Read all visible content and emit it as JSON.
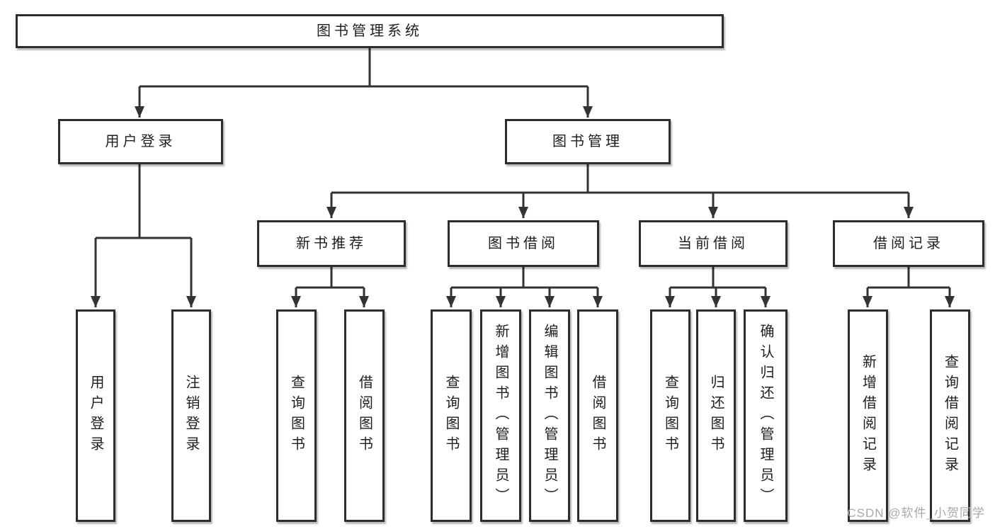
{
  "diagram": {
    "title": {
      "label": "图书管理系统"
    },
    "branches": {
      "user_login": {
        "label": "用户登录",
        "children": [
          {
            "label": "用户登录"
          },
          {
            "label": "注销登录"
          }
        ]
      },
      "book_mgmt": {
        "label": "图书管理",
        "children": [
          {
            "label": "新书推荐",
            "children": [
              {
                "label": "查询图书"
              },
              {
                "label": "借阅图书"
              }
            ]
          },
          {
            "label": "图书借阅",
            "children": [
              {
                "label": "查询图书"
              },
              {
                "label": "新增图书（管理员）"
              },
              {
                "label": "编辑图书（管理员）"
              },
              {
                "label": "借阅图书"
              }
            ]
          },
          {
            "label": "当前借阅",
            "children": [
              {
                "label": "查询图书"
              },
              {
                "label": "归还图书"
              },
              {
                "label": "确认归还（管理员）"
              }
            ]
          },
          {
            "label": "借阅记录",
            "children": [
              {
                "label": "新增借阅记录"
              },
              {
                "label": "查询借阅记录"
              }
            ]
          }
        ]
      }
    },
    "watermark": "CSDN @软件_小贺同学",
    "colors": {
      "line": "#333333",
      "border": "#2d2d2d",
      "text": "#1e1e1e",
      "watermark": "#a7a7b0",
      "background": "#ffffff"
    }
  }
}
